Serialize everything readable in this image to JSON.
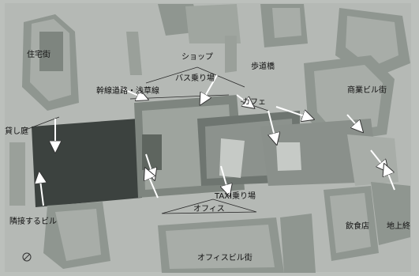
{
  "labels": {
    "residential": "住宅街",
    "shop": "ショップ",
    "pedestrian_deck": "歩道橋",
    "bus_stop": "バス乗り場",
    "trunk_road": "幹線道路・浅草線",
    "cafe": "カフェ",
    "commercial_bldg": "商業ビル街",
    "rental_garden": "貸し庭",
    "taxi_stand": "TAXI乗り場",
    "office": "オフィス",
    "adjacent_bldg": "隣接するビル",
    "office_bldg": "オフィスビル街",
    "restaurant": "飲食店",
    "rooftop": "地上終"
  },
  "colors": {
    "background": "#bcc0bc",
    "building": "#8f9690",
    "building_top": "#a8ada8",
    "site_dark": "#3c423f",
    "arrow": "#ffffff",
    "line": "#2a2a2a"
  },
  "icons": {
    "no_entry": "circle-slash-icon"
  }
}
